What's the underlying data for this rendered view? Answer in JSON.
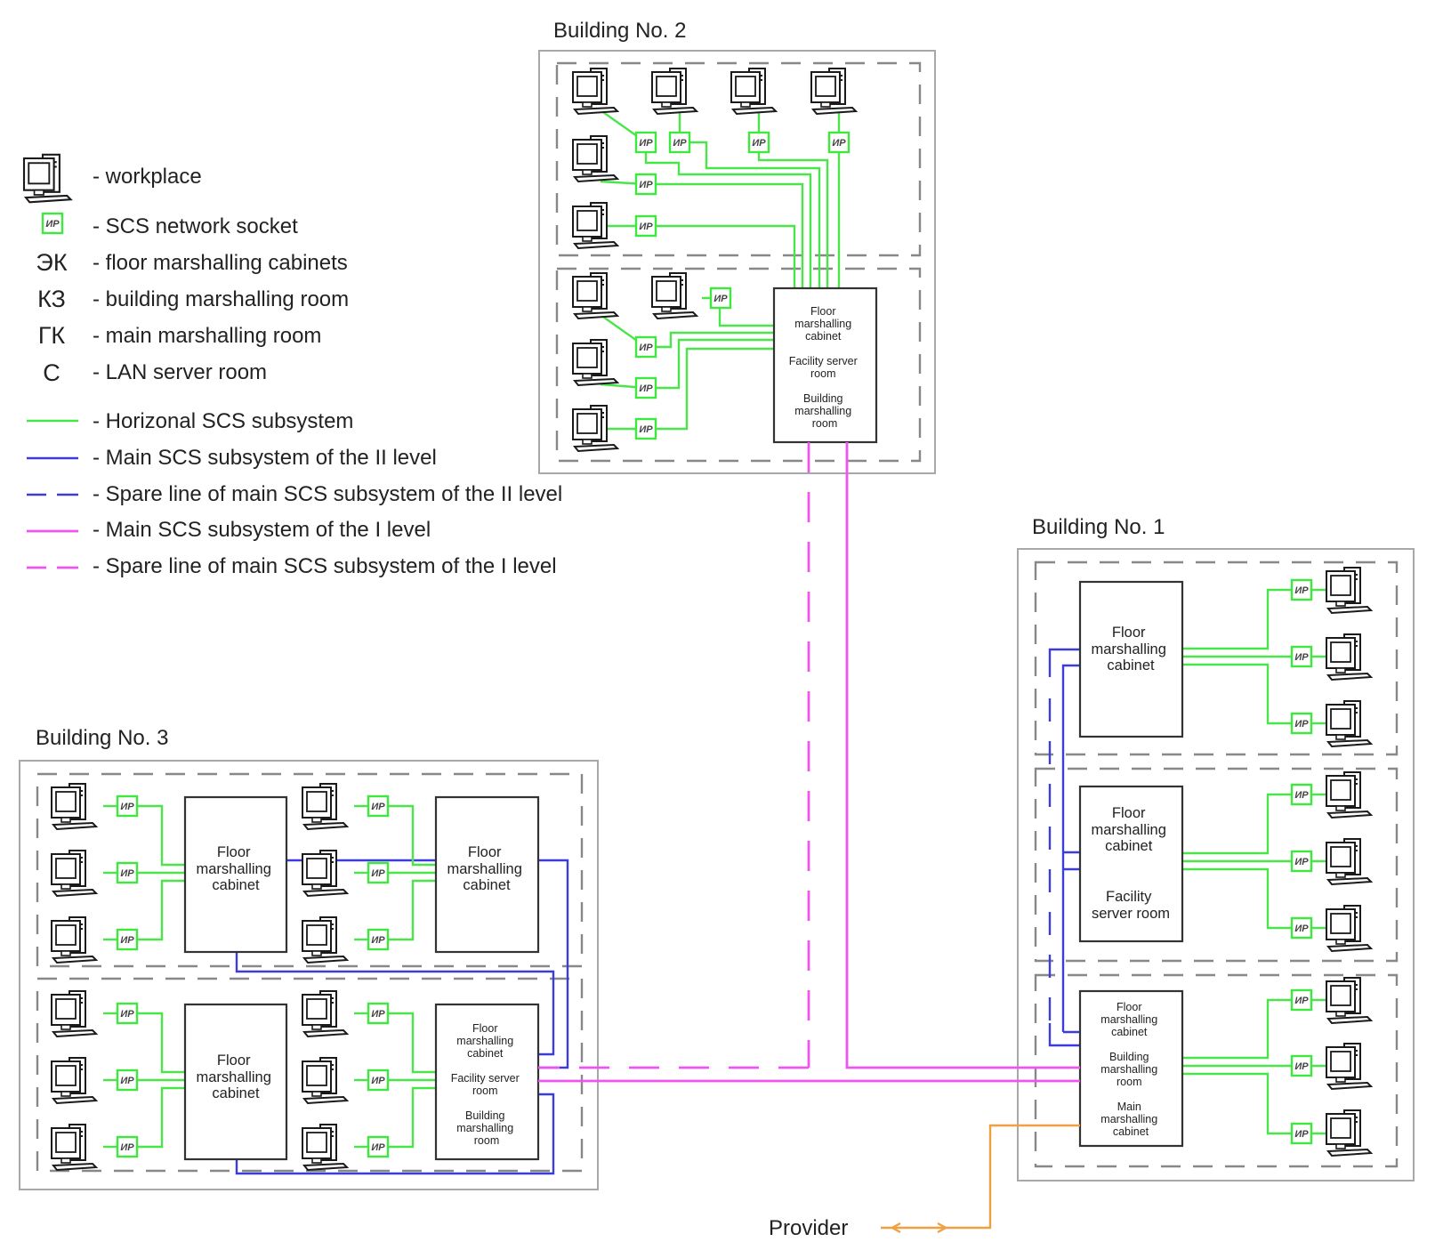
{
  "legend": {
    "items": [
      {
        "symbol_type": "workplace-icon",
        "label": "- workplace"
      },
      {
        "symbol_type": "socket-icon",
        "symbol_text": "ИР",
        "label": "- SCS network socket"
      },
      {
        "symbol_type": "text",
        "symbol_text": "ЭК",
        "label": "- floor marshalling cabinets"
      },
      {
        "symbol_type": "text",
        "symbol_text": "КЗ",
        "label": "- building marshalling room"
      },
      {
        "symbol_type": "text",
        "symbol_text": "ГК",
        "label": "- main marshalling room"
      },
      {
        "symbol_type": "text",
        "symbol_text": "С",
        "label": "- LAN server room"
      },
      {
        "symbol_type": "line-solid",
        "color": "#4be54b",
        "label": "- Horizonal SCS subsystem"
      },
      {
        "symbol_type": "line-solid",
        "color": "#3c3cdc",
        "label": "- Main SCS subsystem of the II level"
      },
      {
        "symbol_type": "line-dashed",
        "color": "#3c3cdc",
        "label": "- Spare line of main SCS subsystem of the II level"
      },
      {
        "symbol_type": "line-solid",
        "color": "#ee55ee",
        "label": "- Main SCS subsystem of the I level"
      },
      {
        "symbol_type": "line-dashed",
        "color": "#ee55ee",
        "label": "- Spare line of main SCS subsystem of the I level"
      }
    ]
  },
  "colors": {
    "horizontal": "#4be54b",
    "main_level_2": "#3c3cdc",
    "main_level_1": "#ee55ee",
    "provider": "#f0a040"
  },
  "socket_label": "ИР",
  "buildings": {
    "b2": {
      "title": "Building No. 2",
      "cabinet_lines": [
        "Floor",
        "marshalling",
        "cabinet",
        "",
        "Facility server",
        "room",
        "",
        "Building",
        "marshalling",
        "room"
      ]
    },
    "b1": {
      "title": "Building No. 1",
      "cabinets": [
        {
          "lines": [
            "Floor",
            "marshalling",
            "cabinet"
          ]
        },
        {
          "lines": [
            "Floor",
            "marshalling",
            "cabinet",
            "",
            "",
            "Facility",
            "server room"
          ]
        },
        {
          "lines": [
            "Floor",
            "marshalling",
            "cabinet",
            "",
            "Building",
            "marshalling",
            "room",
            "",
            "Main",
            "marshalling",
            "cabinet"
          ]
        }
      ]
    },
    "b3": {
      "title": "Building No. 3",
      "cabinets": [
        {
          "lines": [
            "Floor",
            "marshalling",
            "cabinet"
          ]
        },
        {
          "lines": [
            "Floor",
            "marshalling",
            "cabinet"
          ]
        },
        {
          "lines": [
            "Floor",
            "marshalling",
            "cabinet"
          ]
        },
        {
          "lines": [
            "Floor",
            "marshalling",
            "cabinet",
            "",
            "Facility server",
            "room",
            "",
            "Building",
            "marshalling",
            "room"
          ]
        }
      ]
    }
  },
  "provider": {
    "label": "Provider"
  }
}
